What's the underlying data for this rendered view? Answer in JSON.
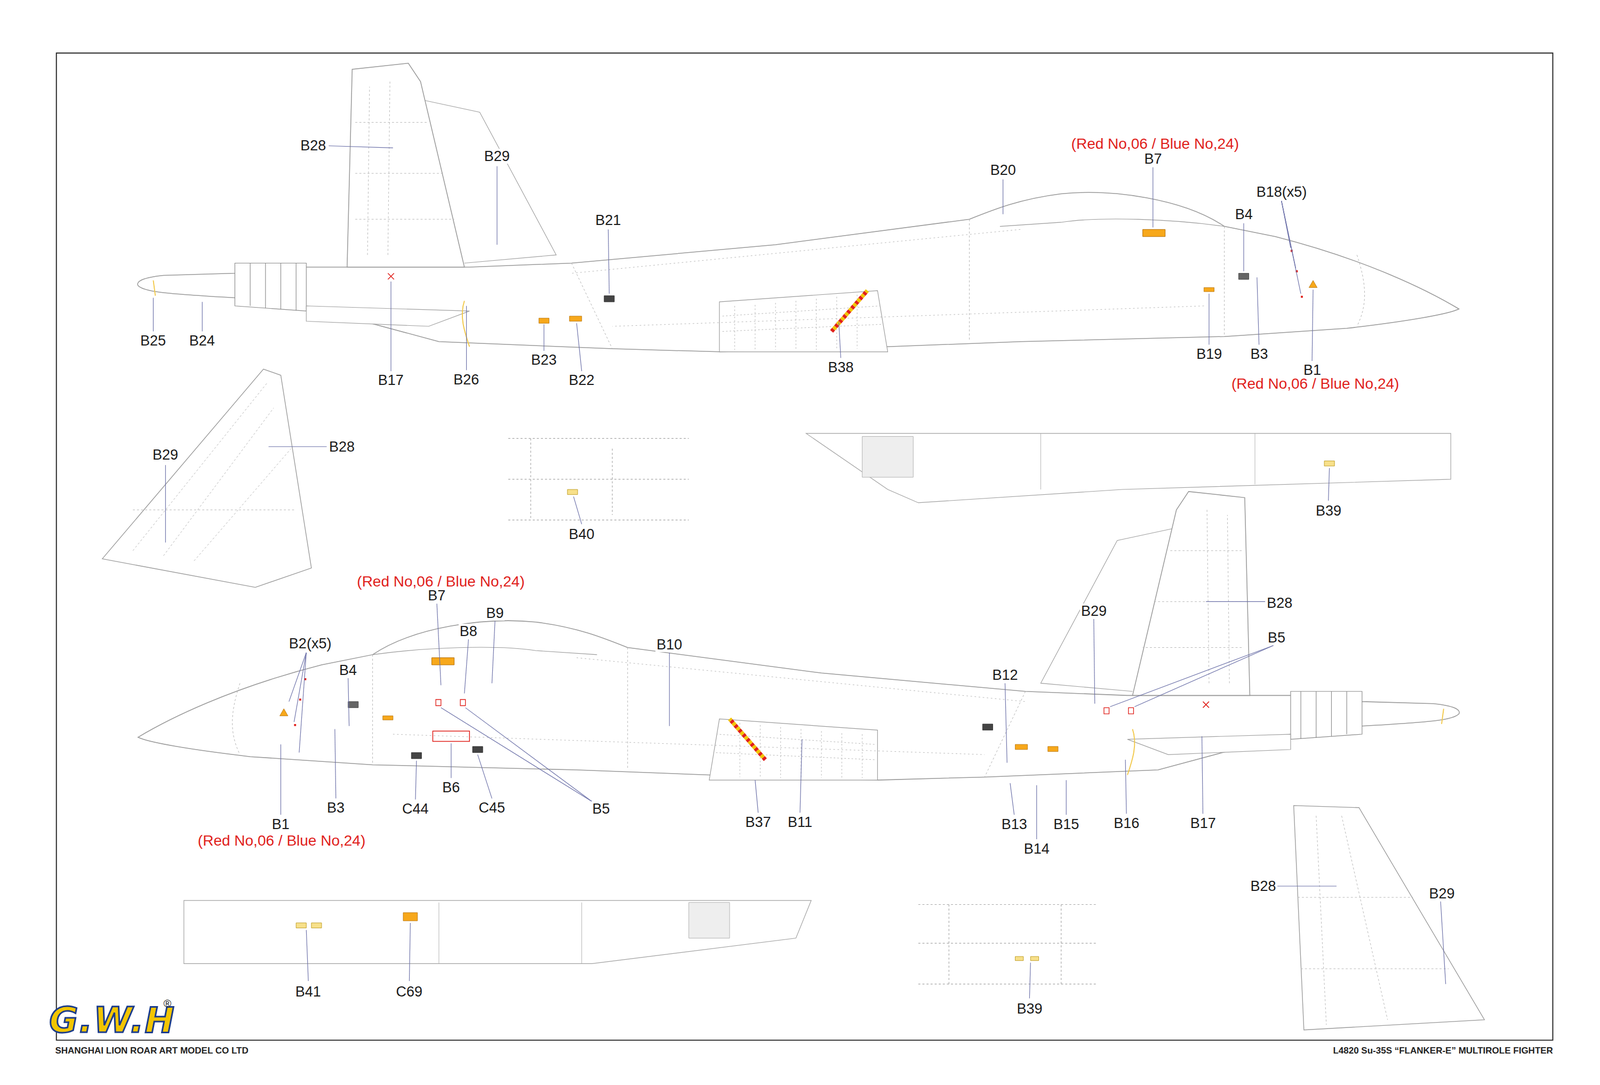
{
  "diagram": {
    "labels": [
      "B28",
      "B29",
      "B21",
      "B20",
      "(Red No,06 / Blue No,24)",
      "B7",
      "B18(x5)",
      "B4",
      "B25",
      "B24",
      "B17",
      "B26",
      "B23",
      "B22",
      "B38",
      "B19",
      "B3",
      "B1",
      "(Red No,06 / Blue No,24)",
      "B29",
      "B28",
      "B40",
      "B39",
      "(Red No,06 / Blue No,24)",
      "B7",
      "B8",
      "B9",
      "B2(x5)",
      "B4",
      "B10",
      "B12",
      "B29",
      "B28",
      "B5",
      "B1",
      "(Red No,06 / Blue No,24)",
      "B3",
      "C44",
      "C45",
      "B6",
      "B5",
      "B37",
      "B11",
      "B13",
      "B14",
      "B15",
      "B16",
      "B17",
      "B28",
      "B29",
      "B41",
      "C69",
      "B39",
      "G.W.H",
      "®",
      "SHANGHAI LION ROAR ART MODEL CO LTD",
      "L4820 Su-35S “FLANKER-E” MULTIROLE FIGHTER"
    ]
  }
}
